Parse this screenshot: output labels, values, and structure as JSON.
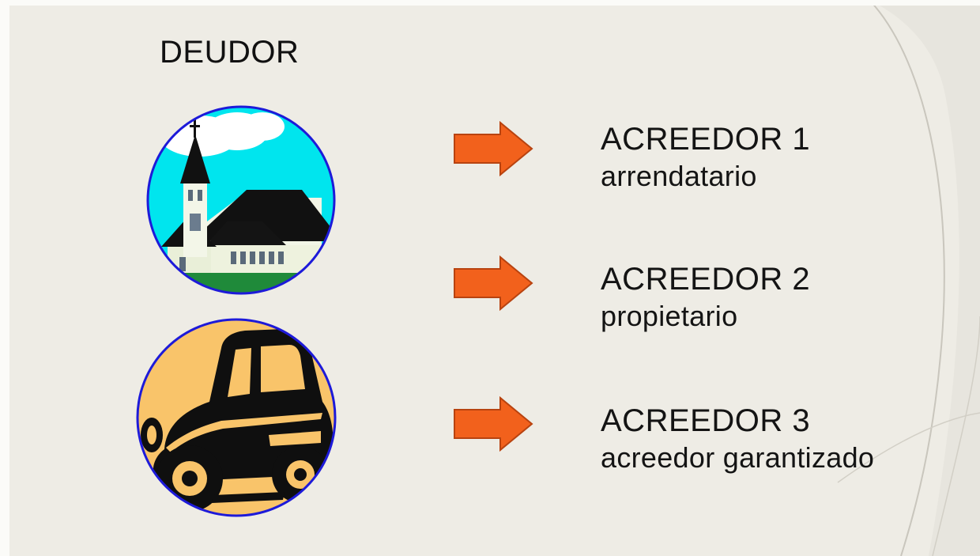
{
  "diagram": {
    "debtor_label": "DEUDOR",
    "debtor_assets": [
      {
        "icon": "church-icon"
      },
      {
        "icon": "vintage-car-icon"
      }
    ],
    "creditors": [
      {
        "name": "ACREEDOR 1",
        "role": "arrendatario",
        "arrow_icon": "right-arrow-icon"
      },
      {
        "name": "ACREEDOR 2",
        "role": "propietario",
        "arrow_icon": "right-arrow-icon"
      },
      {
        "name": "ACREEDOR 3",
        "role": "acreedor garantizado",
        "arrow_icon": "right-arrow-icon"
      }
    ]
  },
  "colors": {
    "background": "#eeece5",
    "arrow_fill": "#f2611c",
    "arrow_stroke": "#b84310",
    "church_sky": "#00e5ee",
    "car_backdrop": "#f9c46a",
    "circle_border": "#1d1ad9"
  }
}
